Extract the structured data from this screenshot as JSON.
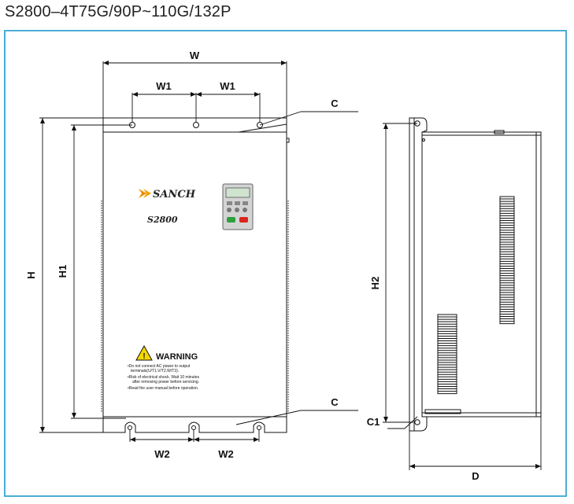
{
  "title": "S2800–4T75G/90P~110G/132P",
  "dimensions": {
    "W": "W",
    "W1_left": "W1",
    "W1_right": "W1",
    "W2_left": "W2",
    "W2_right": "W2",
    "H": "H",
    "H1": "H1",
    "H2": "H2",
    "D": "D",
    "C_top": "C",
    "C_bottom": "C",
    "C1": "C1"
  },
  "front_panel": {
    "brand": "SANCH",
    "model": "S2800"
  },
  "warning": {
    "heading": "WARNING",
    "lines": [
      "•Do not connect AC power to output",
      "terminals(U/T1,V/T2,W/T3).",
      "•Risk of electrical shock. Wait 10 minutes",
      "after removing power before servicing.",
      "•Read the user manual before operation."
    ]
  },
  "colors": {
    "frame": "#4aaed6",
    "line": "#111111",
    "warning_yellow": "#f5d800",
    "key_green": "#2e9e3e",
    "key_red": "#d9261c"
  }
}
